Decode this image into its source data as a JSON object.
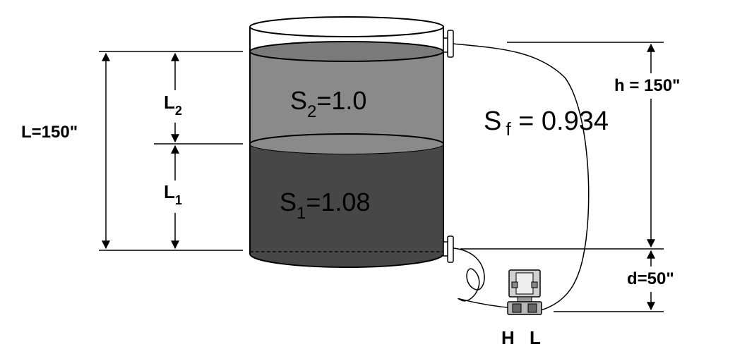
{
  "tank": {
    "upper_liquid": {
      "prefix": "S",
      "sub": "2",
      "value": "=1.0",
      "color": "#8a8a8a"
    },
    "lower_liquid": {
      "prefix": "S",
      "sub": "1",
      "value": "=1.08",
      "color": "#474747"
    }
  },
  "levels": {
    "L2": {
      "prefix": "L",
      "sub": "2"
    },
    "L1": {
      "prefix": "L",
      "sub": "1"
    },
    "total": "L=150\""
  },
  "capillary": {
    "prefix": "S",
    "sub": "f",
    "value": " = 0.934"
  },
  "dimensions": {
    "h": "h = 150\"",
    "d": "d=50\""
  },
  "transmitter": {
    "high_port": "H",
    "low_port": "L"
  }
}
